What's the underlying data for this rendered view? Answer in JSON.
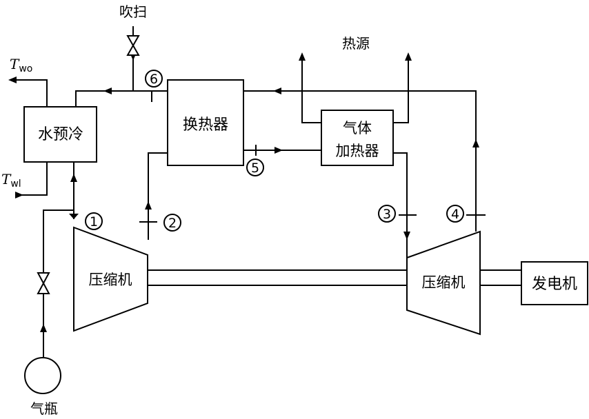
{
  "labels": {
    "purge": "吹扫",
    "heat_source": "热源",
    "t_wo_main": "T",
    "t_wo_sub": "wo",
    "t_wi_main": "T",
    "t_wi_sub": "wl",
    "gas_cylinder": "气瓶"
  },
  "components": {
    "water_precooler": "水预冷",
    "heat_exchanger": "换热器",
    "gas_heater_line1": "气体",
    "gas_heater_line2": "加热器",
    "compressor_left": "压缩机",
    "compressor_right": "压缩机",
    "generator": "发电机"
  },
  "state_points": [
    "1",
    "2",
    "3",
    "4",
    "5",
    "6"
  ],
  "colors": {
    "line": "#000000",
    "background": "#ffffff"
  },
  "icons": [
    "valve-icon",
    "arrow-icon"
  ]
}
